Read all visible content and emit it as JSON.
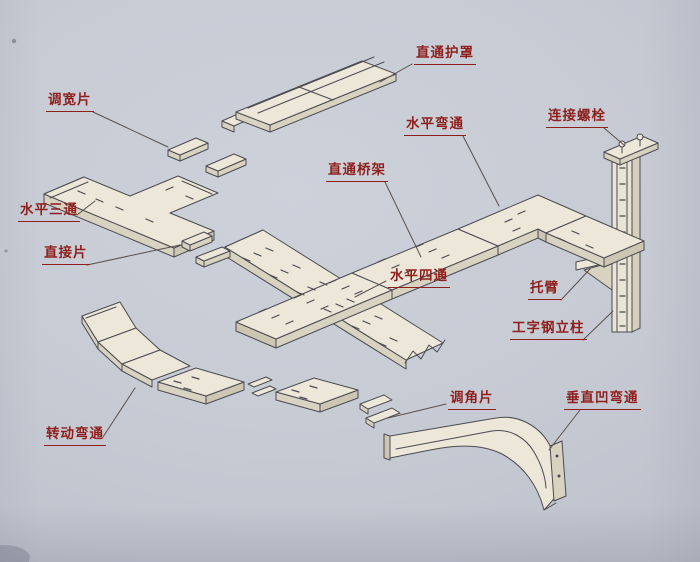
{
  "colors": {
    "background": "#c7cbd4",
    "component_fill": "#ece7d8",
    "component_shadow": "#d8d2c0",
    "line_ink": "#4b4b52",
    "label_text": "#8e1f1c"
  },
  "labels": [
    {
      "id": "straight-cover",
      "text": "直通护罩"
    },
    {
      "id": "width-adjust-plate",
      "text": "调宽片"
    },
    {
      "id": "horizontal-elbow",
      "text": "水平弯通"
    },
    {
      "id": "connecting-bolt",
      "text": "连接螺栓"
    },
    {
      "id": "straight-tray",
      "text": "直通桥架"
    },
    {
      "id": "horizontal-tee",
      "text": "水平三通"
    },
    {
      "id": "straight-connector-plate",
      "text": "直接片"
    },
    {
      "id": "horizontal-cross",
      "text": "水平四通"
    },
    {
      "id": "bracket-arm",
      "text": "托臂"
    },
    {
      "id": "i-beam-column",
      "text": "工字钢立柱"
    },
    {
      "id": "angle-adjust-plate",
      "text": "调角片"
    },
    {
      "id": "vertical-concave-elbow",
      "text": "垂直凹弯通"
    },
    {
      "id": "rotating-elbow",
      "text": "转动弯通"
    }
  ]
}
